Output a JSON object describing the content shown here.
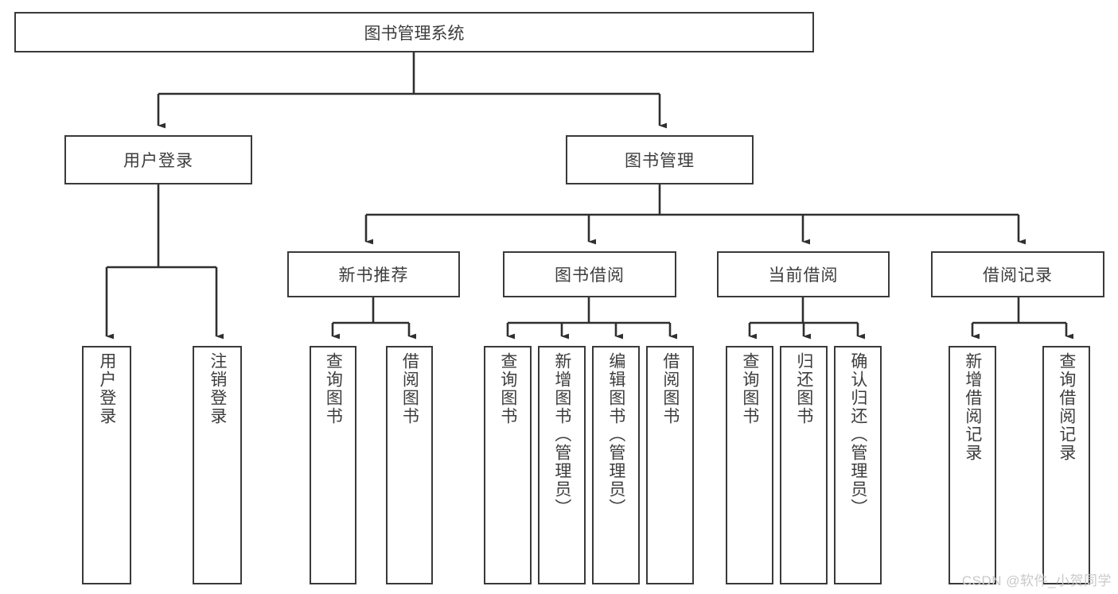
{
  "diagram": {
    "title": "图书管理系统",
    "type": "tree-hierarchy-diagram",
    "colors": {
      "box_border": "#3a3a3a",
      "text": "#3d3d3d",
      "background": "#ffffff",
      "watermark": "#c9c9c9"
    },
    "watermark": "CSDN @软件_小贺同学",
    "levels": {
      "root": {
        "label": "图书管理系统"
      },
      "level2": [
        {
          "label": "用户登录"
        },
        {
          "label": "图书管理"
        }
      ],
      "level3": [
        {
          "label": "新书推荐"
        },
        {
          "label": "图书借阅"
        },
        {
          "label": "当前借阅"
        },
        {
          "label": "借阅记录"
        }
      ],
      "leaves": {
        "user_login": [
          {
            "label": "用户登录"
          },
          {
            "label": "注销登录"
          }
        ],
        "new_book_recommend": [
          {
            "label": "查询图书"
          },
          {
            "label": "借阅图书"
          }
        ],
        "book_borrow": [
          {
            "label": "查询图书"
          },
          {
            "label": "新增图书（管理员）"
          },
          {
            "label": "编辑图书（管理员）"
          },
          {
            "label": "借阅图书"
          }
        ],
        "current_borrow": [
          {
            "label": "查询图书"
          },
          {
            "label": "归还图书"
          },
          {
            "label": "确认归还（管理员）"
          }
        ],
        "borrow_record": [
          {
            "label": "新增借阅记录"
          },
          {
            "label": "查询借阅记录"
          }
        ]
      }
    }
  }
}
